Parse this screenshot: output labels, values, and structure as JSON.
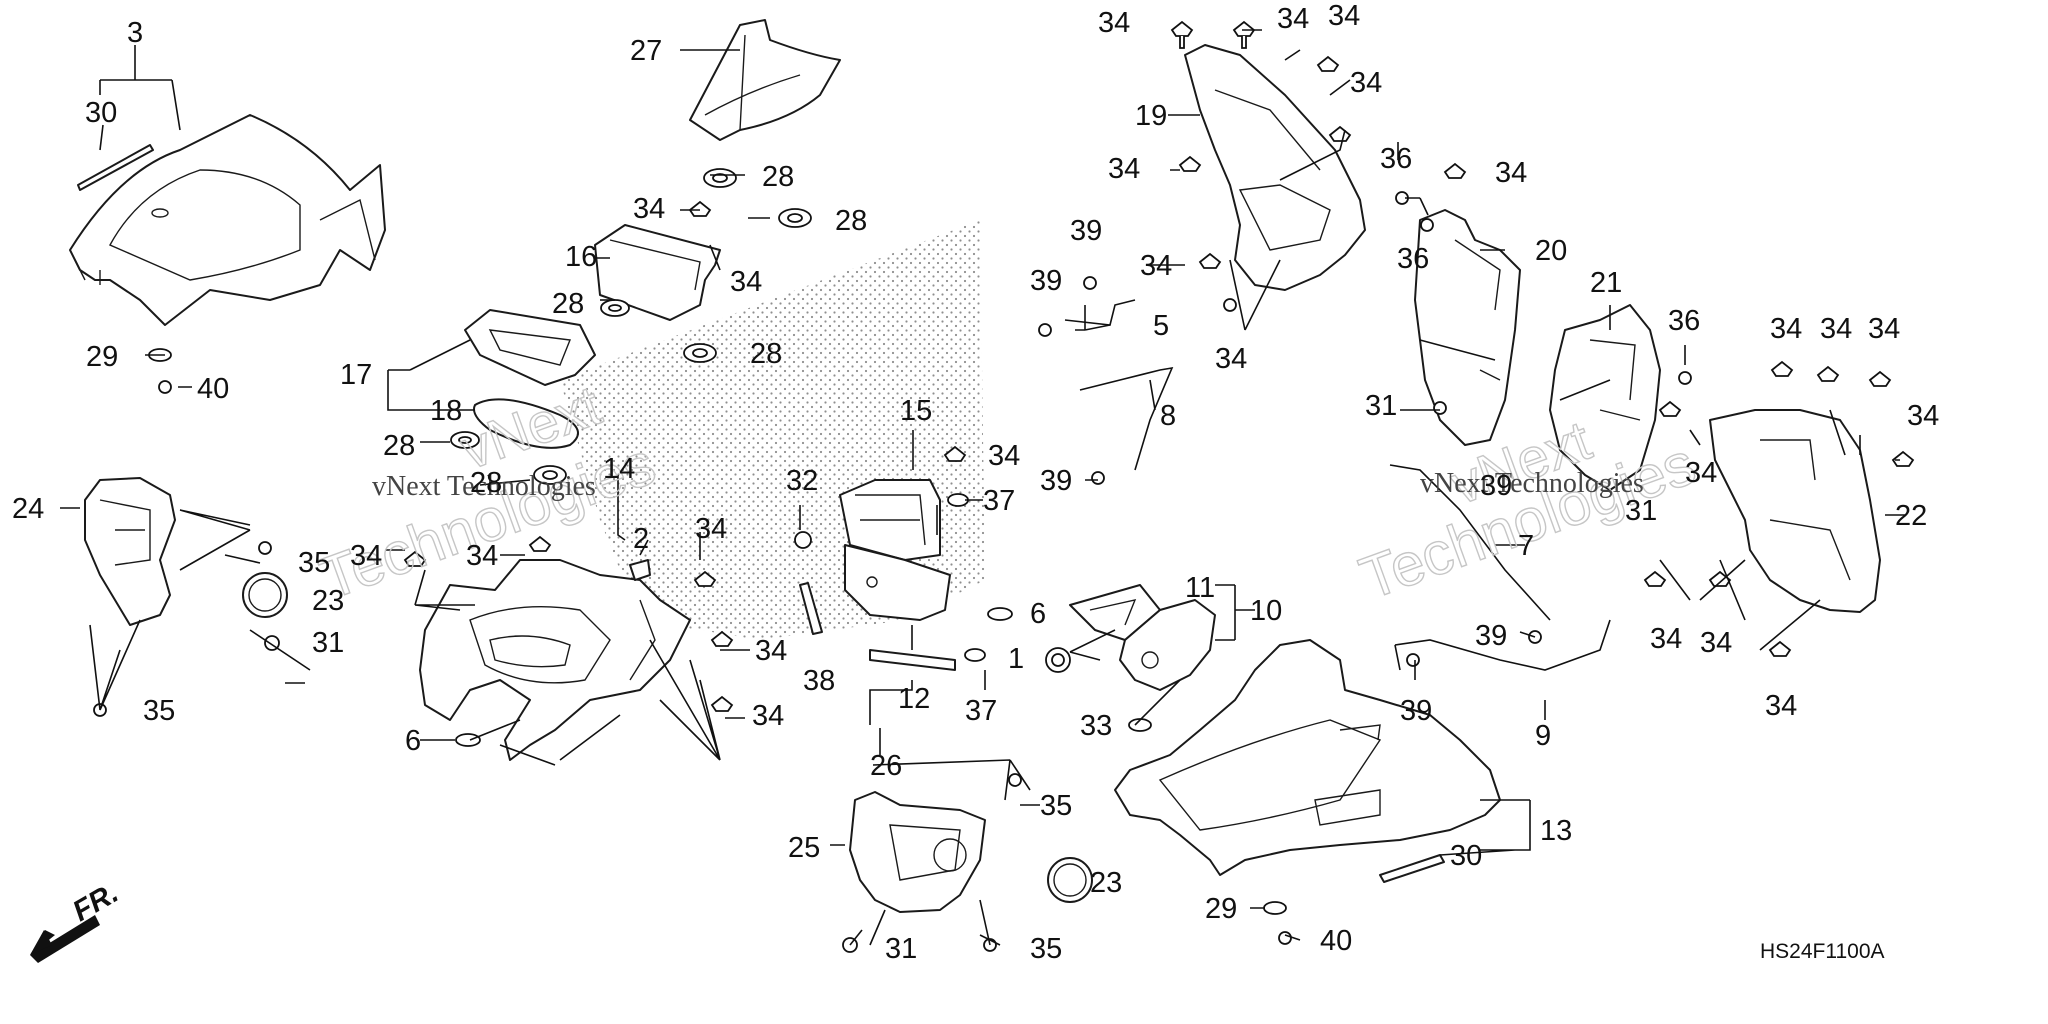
{
  "diagram_code": "HS24F1100A",
  "direction_label": "FR.",
  "watermarks": [
    {
      "brand": "vNext",
      "name": "Technologies",
      "caption": "vNext Technologies"
    },
    {
      "brand": "vNext",
      "name": "Technologies",
      "caption": "vNext Technologies"
    }
  ],
  "callouts": {
    "c3": "3",
    "c30a": "30",
    "c29a": "29",
    "c40a": "40",
    "c27": "27",
    "c28a": "28",
    "c34a": "34",
    "c28b": "28",
    "c16": "16",
    "c34b": "34",
    "c28c": "28",
    "c17": "17",
    "c28d": "28",
    "c18": "18",
    "c28e": "28",
    "c28f": "28",
    "c14": "14",
    "c2": "2",
    "c34c": "34",
    "c34d": "34",
    "c34e": "34",
    "c34f": "34",
    "c34g": "34",
    "c6a": "6",
    "c24": "24",
    "c35a": "35",
    "c23a": "23",
    "c31a": "31",
    "c35b": "35",
    "c32": "32",
    "c15": "15",
    "c34h": "34",
    "c37a": "37",
    "c6b": "6",
    "c38": "38",
    "c12": "12",
    "c37b": "37",
    "c26": "26",
    "c25": "25",
    "c35c": "35",
    "c23b": "23",
    "c31b": "31",
    "c35d": "35",
    "c34i": "34",
    "c34j": "34",
    "c34k": "34",
    "c34l": "34",
    "c19": "19",
    "c34m": "34",
    "c34n": "34",
    "c34o": "34",
    "c39a": "39",
    "c39b": "39",
    "c5": "5",
    "c8": "8",
    "c39c": "39",
    "c36a": "36",
    "c34p": "34",
    "c36b": "36",
    "c20": "20",
    "c21": "21",
    "c36c": "36",
    "c31c": "31",
    "c34q": "34",
    "c34r": "34",
    "c34s": "34",
    "c34t": "34",
    "c34u": "34",
    "c22": "22",
    "c39d": "39",
    "c31d": "31",
    "c7": "7",
    "c11": "11",
    "c10": "10",
    "c1": "1",
    "c33": "33",
    "c34v": "34",
    "c34w": "34",
    "c34x": "34",
    "c39e": "39",
    "c39f": "39",
    "c9": "9",
    "c13": "13",
    "c30b": "30",
    "c29b": "29",
    "c40b": "40"
  }
}
